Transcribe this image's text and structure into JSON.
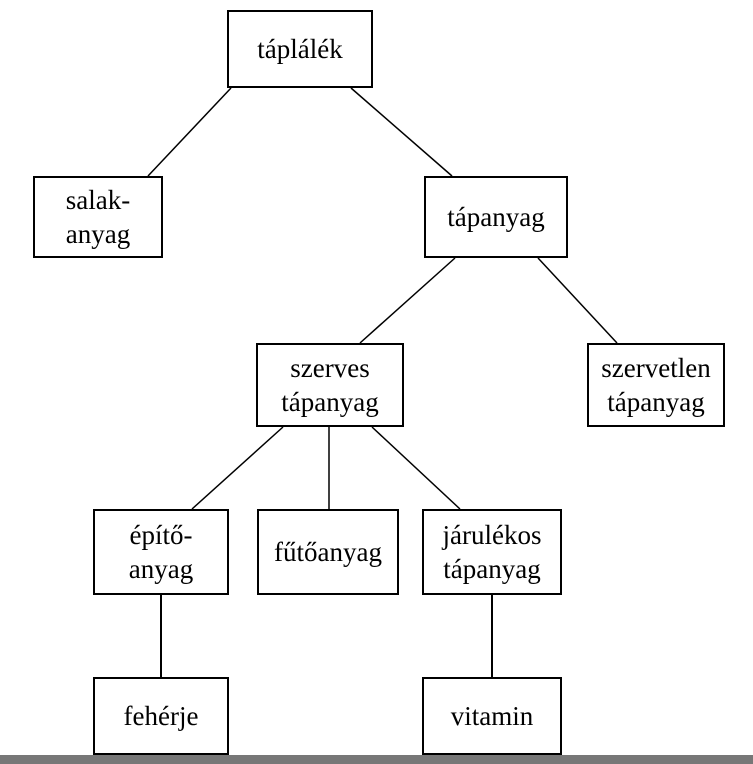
{
  "nodes": {
    "taplalek": [
      "táplálék"
    ],
    "salakanyag": [
      "salak-",
      "anyag"
    ],
    "tapanyag": [
      "tápanyag"
    ],
    "szerves": [
      "szerves",
      "tápanyag"
    ],
    "szervetlen": [
      "szervetlen",
      "tápanyag"
    ],
    "epitoanyag": [
      "építő-",
      "anyag"
    ],
    "futoanyag": [
      "fűtőanyag"
    ],
    "jarulekos": [
      "járulékos",
      "tápanyag"
    ],
    "feherje": [
      "fehérje"
    ],
    "vitamin": [
      "vitamin"
    ]
  },
  "edges": [
    [
      "taplalek",
      "salakanyag"
    ],
    [
      "taplalek",
      "tapanyag"
    ],
    [
      "tapanyag",
      "szerves"
    ],
    [
      "tapanyag",
      "szervetlen"
    ],
    [
      "szerves",
      "epitoanyag"
    ],
    [
      "szerves",
      "futoanyag"
    ],
    [
      "szerves",
      "jarulekos"
    ],
    [
      "epitoanyag",
      "feherje"
    ],
    [
      "jarulekos",
      "vitamin"
    ]
  ],
  "colors": {
    "line": "#000000",
    "border": "#000000",
    "text": "#000000"
  }
}
